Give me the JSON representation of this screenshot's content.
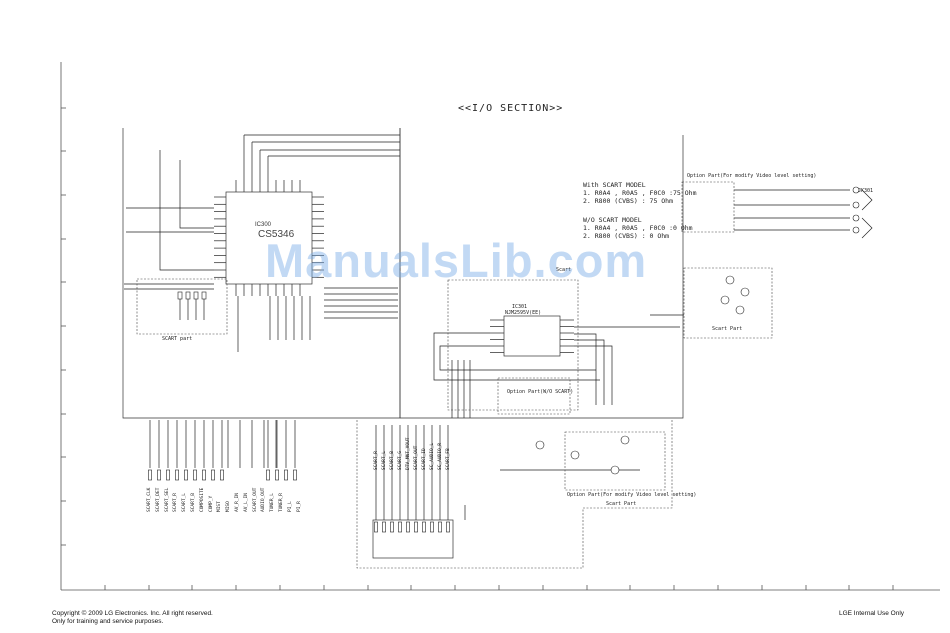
{
  "section_title": "<<I/O SECTION>>",
  "watermark": "ManualsLib.com",
  "notes": {
    "scart_model": "With SCART MODEL\n1. R0A4 , R0A5 , F0C0 :75 Ohm\n2. R800 (CVBS) : 75 Ohm",
    "wo_scart_model": "W/O SCART MODEL\n1. R0A4 , R0A5 , F0C0 :0 Ohm\n2. R800 (CVBS) : 0 Ohm",
    "option_part_top": "Option Part(For modify Video level setting)",
    "option_part_bottom": "Option Part(For modify Video level setting)",
    "option_part_wo_scart": "Option Part(W/O SCART)",
    "scart_part_left": "SCART part",
    "scart_part_right": "Scart Part",
    "scart_part_bottom": "Scart Part",
    "scart_label": "Scart"
  },
  "chips": {
    "ic300_ref": "IC300",
    "ic300_name": "CS5346",
    "ic301_ref": "IC301",
    "ic301_name": "NJM2595V(EE)",
    "jk301": "JK301"
  },
  "footer": {
    "copyright": "Copyright © 2009 LG Electronics. Inc. All right reserved.",
    "training": "Only for training and service purposes.",
    "internal": "LGE Internal Use Only"
  },
  "bottom_labels_left": [
    "SCART_CLK",
    "SCART_DET",
    "SCART_SEL",
    "SCART_R",
    "SCART_L",
    "SCART_B",
    "COMPOSITE",
    "COMP_Y",
    "MIST",
    "MISO",
    "AV_R_IN",
    "AV_L_IN",
    "SCART_OUT",
    "AUDIO_OUT",
    "TUNER_L",
    "TUNER_R",
    "PI_L",
    "PI_R"
  ],
  "bottom_labels_mid": [
    "SCART_R",
    "SCART_L",
    "SCART_B",
    "SCART_G",
    "DTV_MNT_VOUT",
    "SCART_OUT",
    "SCART_ID",
    "SC_AUDIO_L",
    "SC_AUDIO_R",
    "SCART_FB"
  ]
}
